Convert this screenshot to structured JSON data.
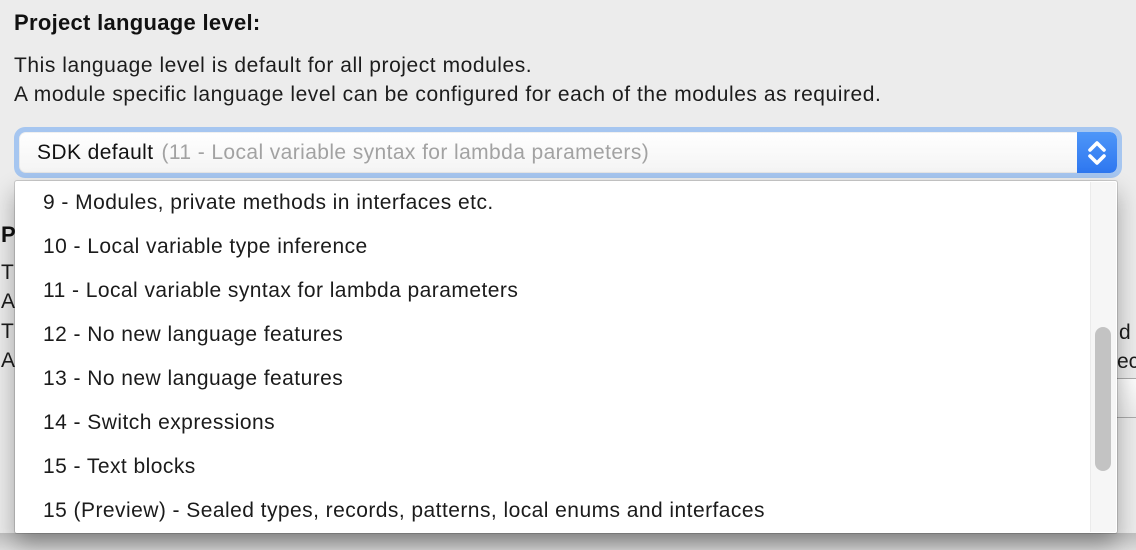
{
  "section": {
    "heading": "Project language level:",
    "description_line1": "This language level is default for all project modules.",
    "description_line2": "A module specific language level can be configured for each of the modules as required."
  },
  "combo": {
    "selected_value": "SDK default",
    "selected_hint": "(11 - Local variable syntax for lambda parameters)",
    "stepper_icon": "up-down-chevrons"
  },
  "dropdown": {
    "items": [
      {
        "label": "9 - Modules, private methods in interfaces etc."
      },
      {
        "label": "10 - Local variable type inference"
      },
      {
        "label": "11 - Local variable syntax for lambda parameters"
      },
      {
        "label": "12 - No new language features"
      },
      {
        "label": "13 - No new language features"
      },
      {
        "label": "14 - Switch expressions"
      },
      {
        "label": "15 - Text blocks"
      },
      {
        "label": "15 (Preview) - Sealed types, records, patterns, local enums and interfaces"
      }
    ]
  },
  "background_fragments": {
    "left": [
      "P",
      "T",
      "A",
      "T",
      "A"
    ],
    "right": [
      "d",
      "ec"
    ]
  },
  "colors": {
    "page_background": "#ececec",
    "focus_ring": "#a6c6f0",
    "stepper_blue_top": "#4e96f8",
    "stepper_blue_bottom": "#2e77f0",
    "hint_gray": "#a2a2a2",
    "scroll_thumb": "#c3c3c3"
  }
}
